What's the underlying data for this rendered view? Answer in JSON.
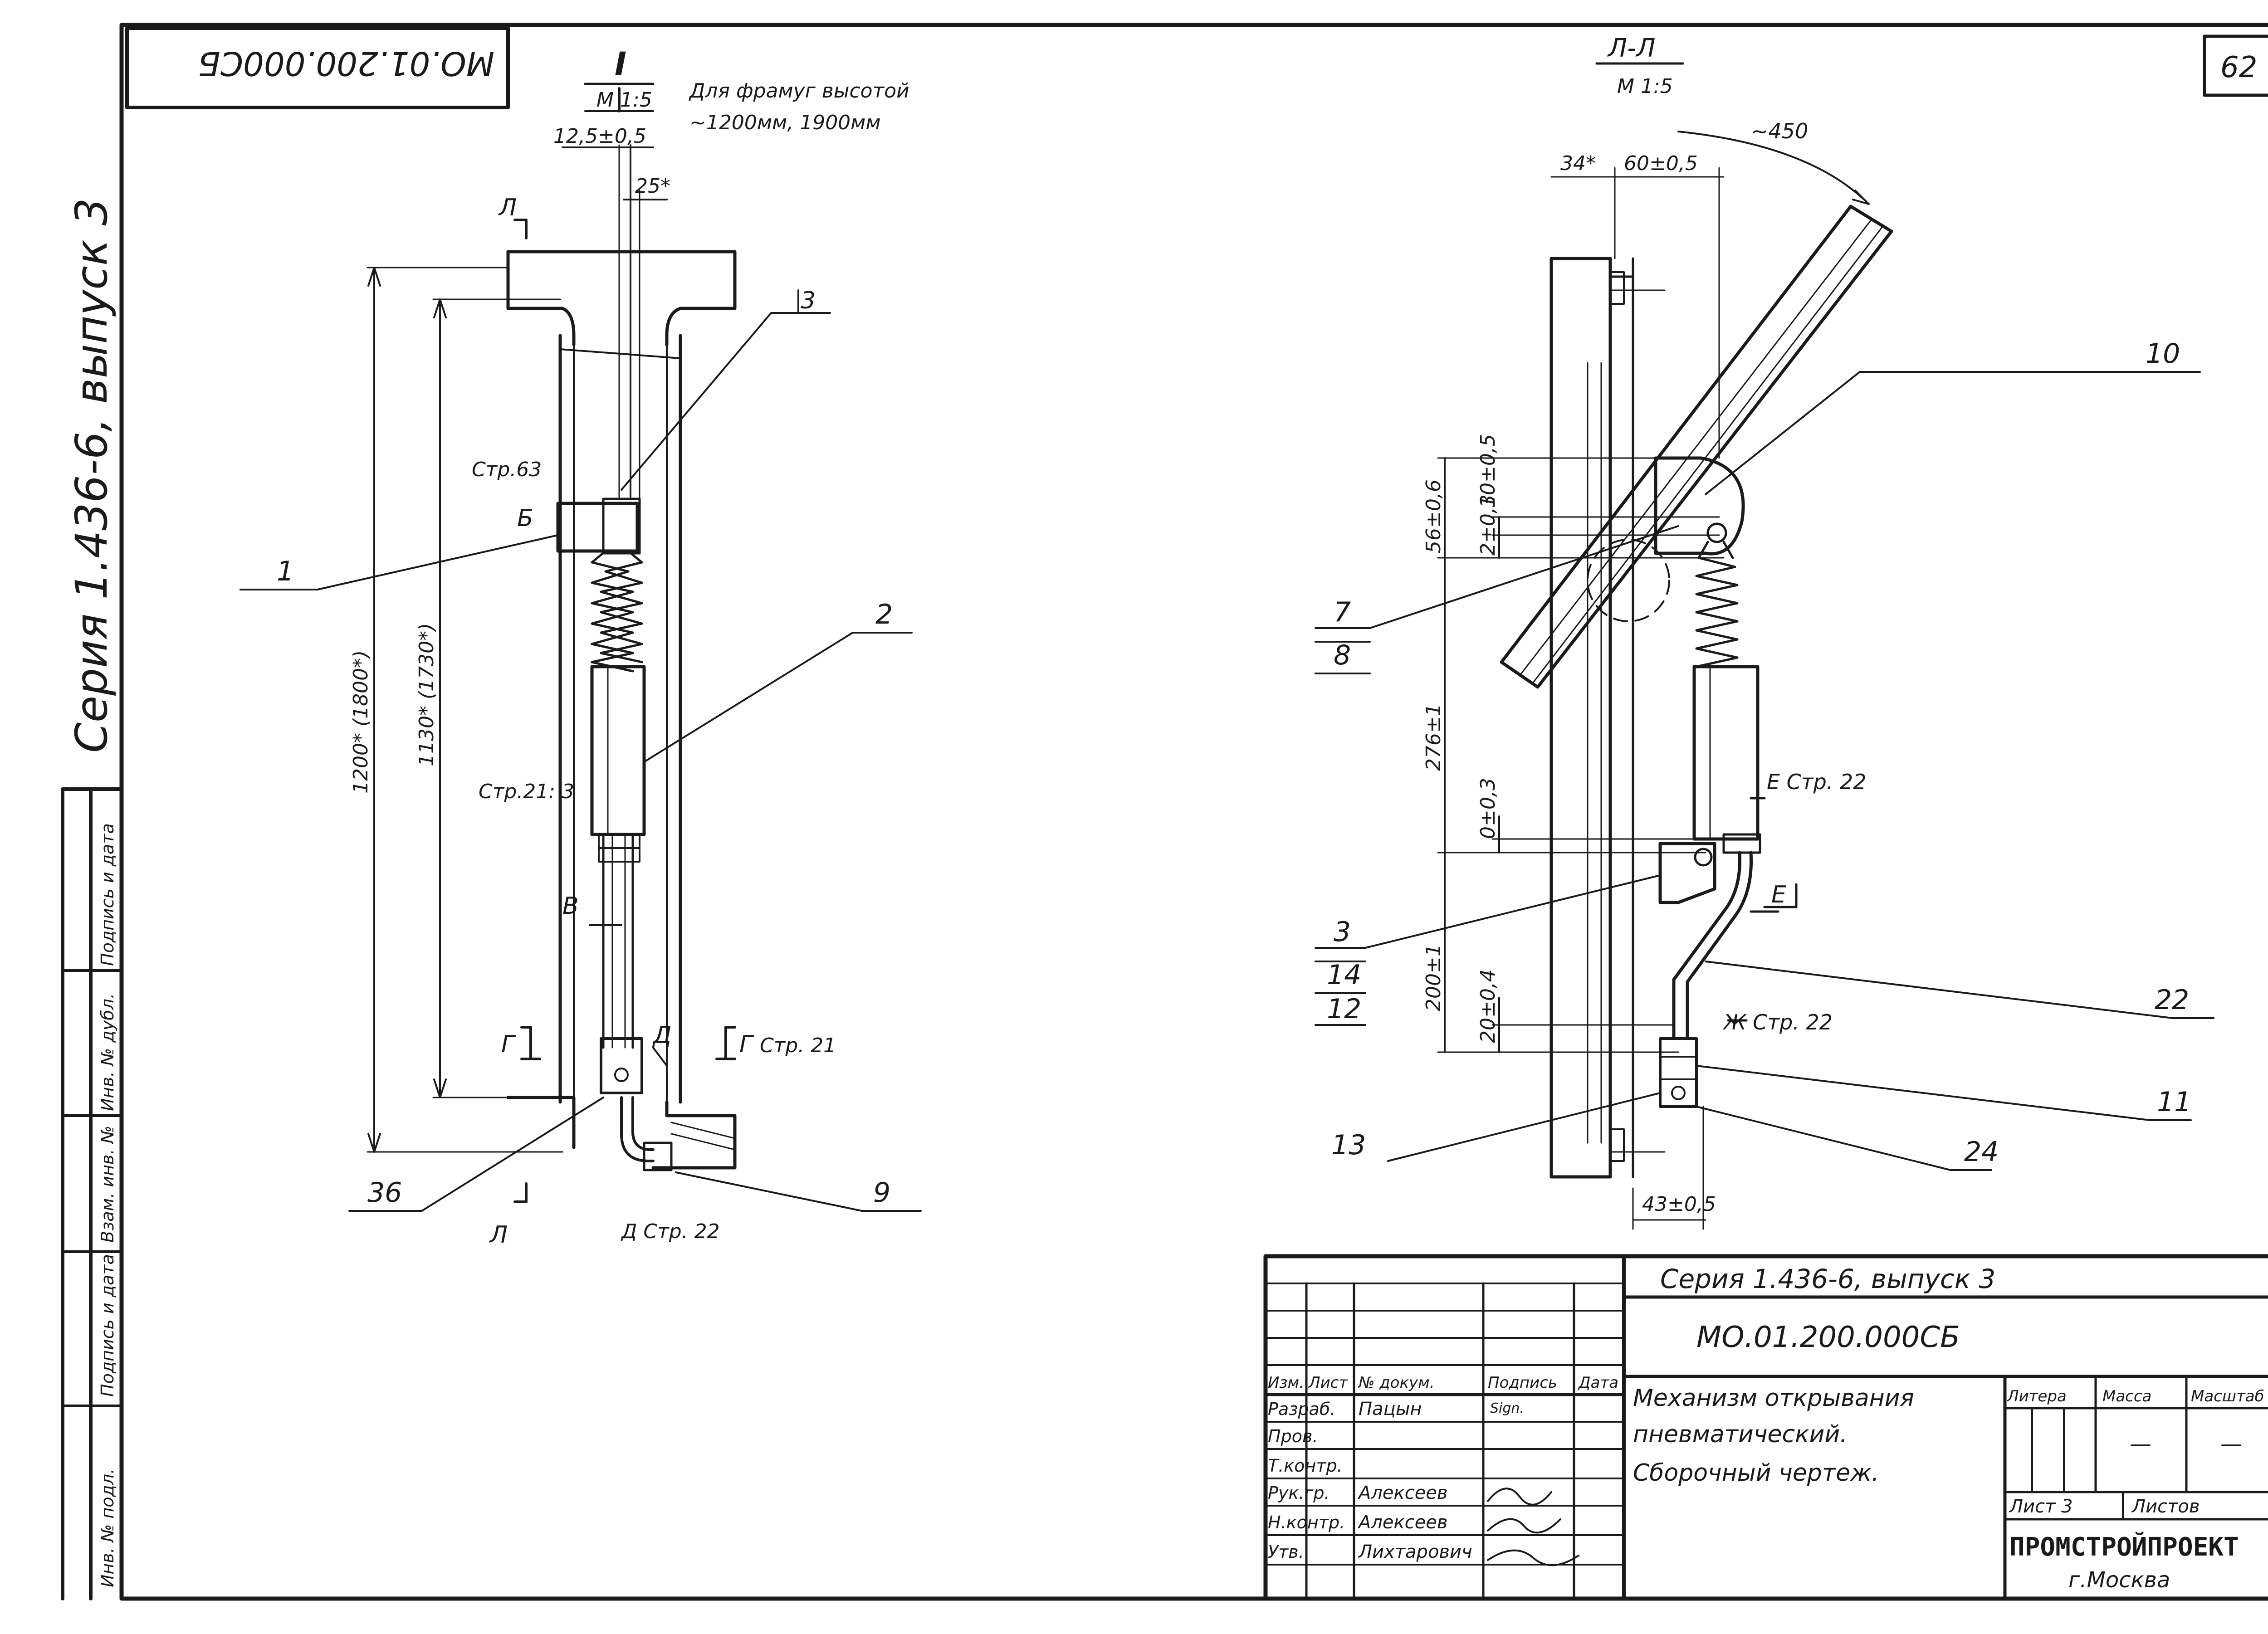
{
  "header": {
    "rotated_code": "МО.01.200.000СБ",
    "sheet_number": "62",
    "vertical_series": "Серия 1.436-6, выпуск 3"
  },
  "left_view": {
    "section_mark": "I",
    "scale": "M 1:5",
    "note": [
      "Для фрамуг высотой",
      "~1200мм, 1900мм"
    ],
    "dims": {
      "width_top": "12,5±0,5",
      "offset_25": "25*",
      "height_total": "1200* (1800*)",
      "height_inner": "1130* (1730*)"
    },
    "weld": "3",
    "labels": {
      "cut_L_top": "Л",
      "cut_L_bottom": "Л",
      "b_mark": "Б",
      "v_mark": "В",
      "g_left": "Г",
      "g_right": "Г",
      "d_mark": "Д",
      "str63": "Стр.63",
      "str21_3": "Стр.21: 3",
      "str21": "Стр. 21",
      "d_str22": "Д Стр. 22"
    },
    "balloons": [
      "1",
      "2",
      "36",
      "9"
    ]
  },
  "right_view": {
    "section_title": "Л-Л",
    "scale": "М 1:5",
    "dims": {
      "angle": "~450",
      "d34": "34*",
      "d60": "60±0,5",
      "d56": "56±0,6",
      "d2": "2±0,3",
      "d10": "10±0,5",
      "d276": "276±1",
      "d0": "0±0,3",
      "d200": "200±1",
      "d20": "20±0,4",
      "d43": "43±0,5"
    },
    "labels": {
      "e_str22": "Е Стр. 22",
      "e": "Е",
      "zh_str22": "Ж Стр. 22"
    },
    "balloons": [
      "10",
      "7",
      "8",
      "3",
      "14",
      "12",
      "22",
      "11",
      "13",
      "24"
    ]
  },
  "title_block": {
    "series": "Серия 1.436-6, выпуск 3",
    "designation": "МО.01.200.000СБ",
    "name_lines": [
      "Механизм открывания",
      "пневматический.",
      "Сборочный чертеж."
    ],
    "column_heads": [
      "Изм.",
      "Лист",
      "№ докум.",
      "Подпись",
      "Дата"
    ],
    "roles": [
      "Разраб.",
      "Пров.",
      "Т.контр.",
      "Рук.гр.",
      "Н.контр.",
      "Утв."
    ],
    "names": [
      "Пацын",
      "",
      "",
      "Алексеев",
      "Алексеев",
      "Лихтарович"
    ],
    "signatures": [
      "Sign.",
      "",
      "",
      "",
      "",
      "signature"
    ],
    "col_heads_right": [
      "Литера",
      "Масса",
      "Масштаб"
    ],
    "masse": "—",
    "scale_val": "—",
    "sheet": "Лист 3",
    "sheets": "Листов",
    "org": "ПРОМСТРОЙПРОЕКТ",
    "city": "г.Москва"
  },
  "side_stamp": {
    "cells": [
      "Инв. № подл.",
      "Подпись и дата",
      "Взам. инв. №",
      "Инв. № дубл.",
      "Подпись и дата"
    ]
  }
}
